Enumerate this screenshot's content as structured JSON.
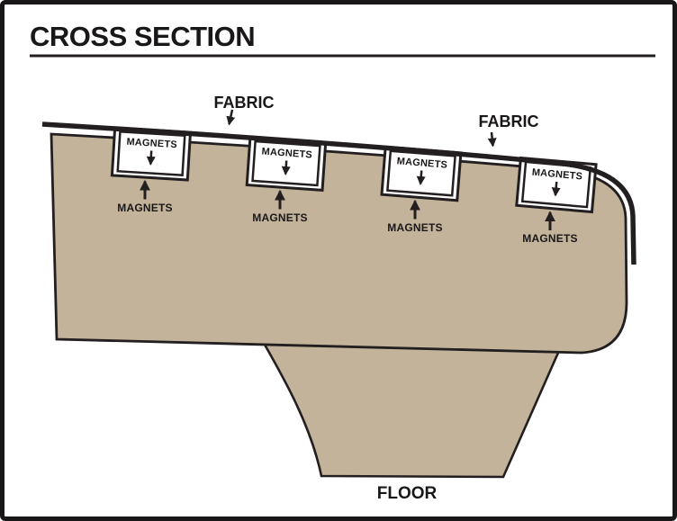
{
  "title": "CROSS SECTION",
  "fabric": {
    "left_label": "FABRIC",
    "right_label": "FABRIC"
  },
  "floor_label": "FLOOR",
  "magnets": [
    {
      "box_label": "MAGNETS",
      "pointer_label": "MAGNETS"
    },
    {
      "box_label": "MAGNETS",
      "pointer_label": "MAGNETS"
    },
    {
      "box_label": "MAGNETS",
      "pointer_label": "MAGNETS"
    },
    {
      "box_label": "MAGNETS",
      "pointer_label": "MAGNETS"
    }
  ],
  "colors": {
    "surface_fill": "#c3b39a",
    "line": "#231f20",
    "background": "#ffffff"
  }
}
